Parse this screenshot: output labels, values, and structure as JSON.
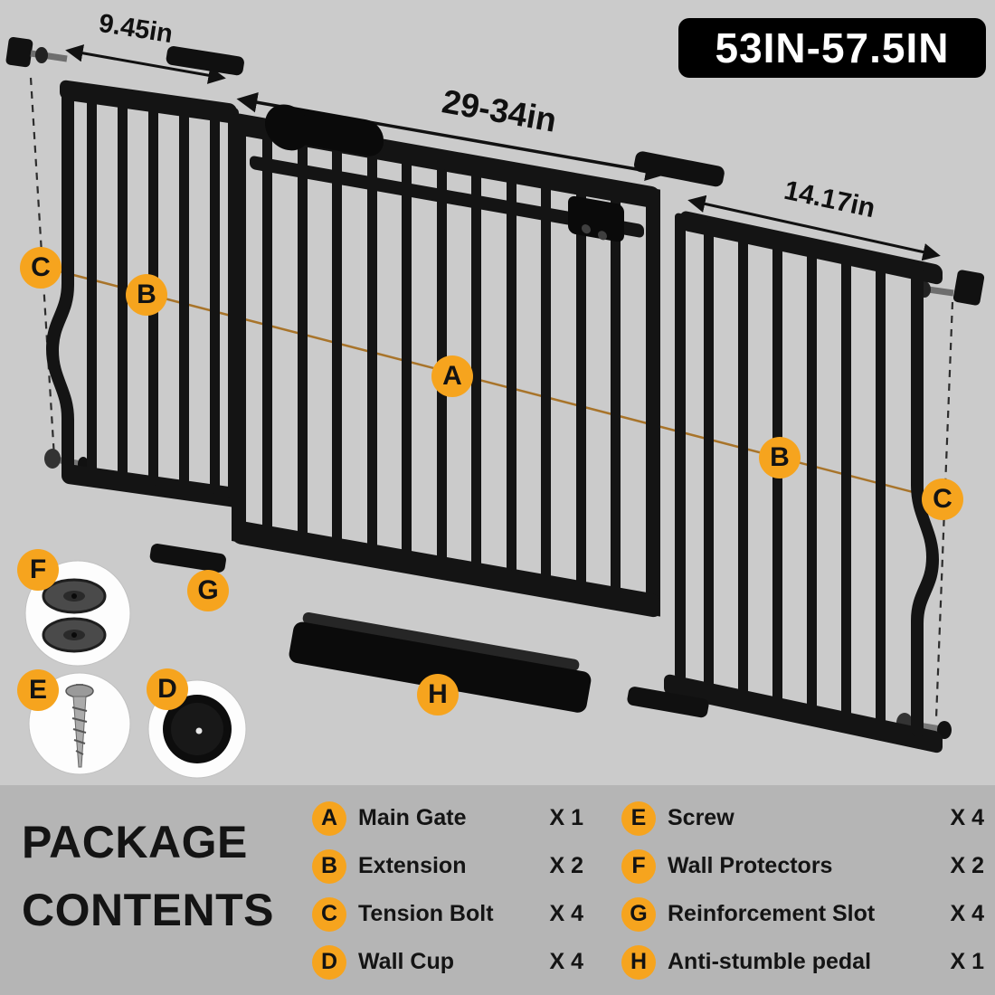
{
  "badge": {
    "text": "53IN-57.5IN"
  },
  "dimensions": {
    "left_extension": "9.45in",
    "main_gate": "29-34in",
    "right_extension": "14.17in"
  },
  "callouts": {
    "c_left": "C",
    "b_left": "B",
    "a_main": "A",
    "b_right": "B",
    "c_right": "C",
    "f": "F",
    "e": "E",
    "d": "D",
    "g": "G",
    "h": "H"
  },
  "package": {
    "title_line1": "PACKAGE",
    "title_line2": "CONTENTS",
    "items": [
      {
        "letter": "A",
        "label": "Main Gate",
        "qty": "X 1"
      },
      {
        "letter": "B",
        "label": "Extension",
        "qty": "X 2"
      },
      {
        "letter": "C",
        "label": "Tension Bolt",
        "qty": "X 4"
      },
      {
        "letter": "D",
        "label": "Wall Cup",
        "qty": "X 4"
      },
      {
        "letter": "E",
        "label": "Screw",
        "qty": "X 4"
      },
      {
        "letter": "F",
        "label": "Wall Protectors",
        "qty": "X 2"
      },
      {
        "letter": "G",
        "label": "Reinforcement Slot",
        "qty": "X 4"
      },
      {
        "letter": "H",
        "label": "Anti-stumble pedal",
        "qty": "X 1"
      }
    ]
  },
  "colors": {
    "accent_orange": "#F6A41E",
    "background": "#CBCBCB",
    "footer_background": "#B5B5B5",
    "gate_black": "#141414",
    "badge_background": "#000000",
    "badge_text": "#FFFFFF",
    "tension_line": "#A8742A"
  }
}
